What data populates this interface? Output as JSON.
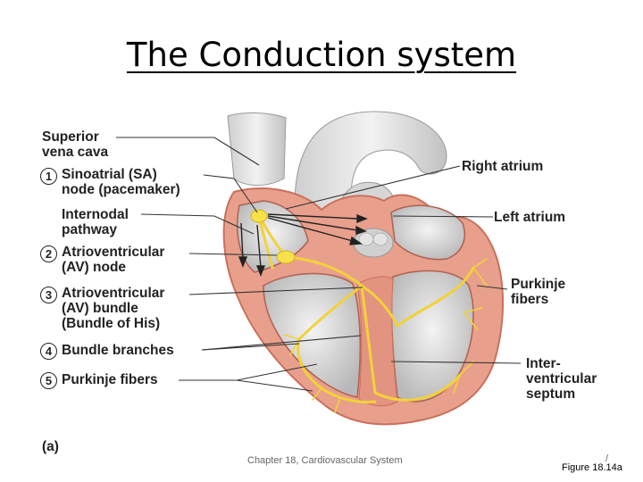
{
  "slide": {
    "title": "The Conduction system",
    "footer": "Chapter 18, Cardiovascular System",
    "page_mark": "/",
    "figure_ref": "Figure 18.14a"
  },
  "diagram": {
    "panel_label": "(a)",
    "left_labels": [
      {
        "number": "",
        "text": "Superior\nvena cava"
      },
      {
        "number": "1",
        "text": "Sinoatrial (SA)\nnode (pacemaker)"
      },
      {
        "number": "",
        "text": "Internodal\npathway"
      },
      {
        "number": "2",
        "text": "Atrioventricular\n(AV) node"
      },
      {
        "number": "3",
        "text": "Atrioventricular\n(AV) bundle\n(Bundle of His)"
      },
      {
        "number": "4",
        "text": "Bundle branches"
      },
      {
        "number": "5",
        "text": "Purkinje fibers"
      }
    ],
    "right_labels": [
      {
        "text": "Right atrium"
      },
      {
        "text": "Left atrium"
      },
      {
        "text": "Purkinje\nfibers"
      },
      {
        "text": "Inter-\nventricular\nseptum"
      }
    ],
    "colors": {
      "muscle": "#e8a08c",
      "muscle_dark": "#c9705c",
      "chamber": "#d9d9d9",
      "conduction": "#f2d23a",
      "node": "#f5e24a"
    }
  }
}
